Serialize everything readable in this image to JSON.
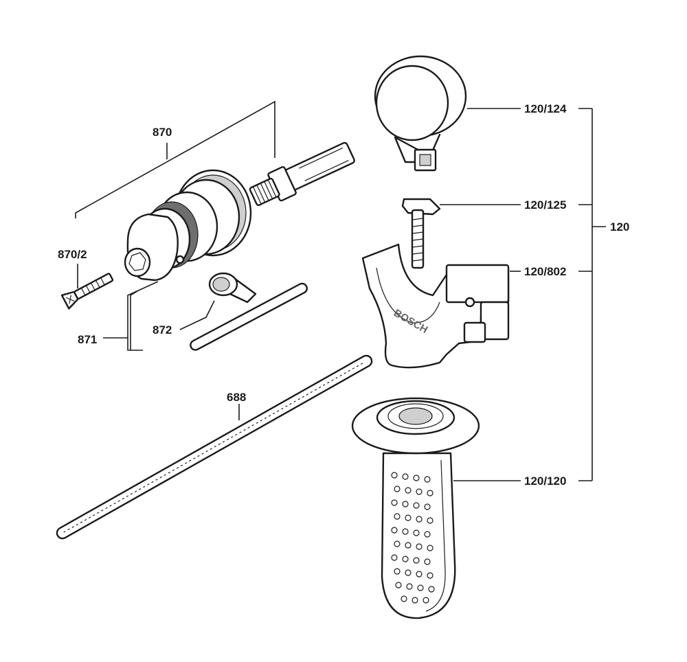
{
  "diagram": {
    "labels": {
      "p870": "870",
      "p870_2": "870/2",
      "p871": "871",
      "p872": "872",
      "p688": "688",
      "p120": "120",
      "p120_124": "120/124",
      "p120_125": "120/125",
      "p120_802": "120/802",
      "p120_120": "120/120"
    },
    "brand_marking": "BOSCH"
  }
}
